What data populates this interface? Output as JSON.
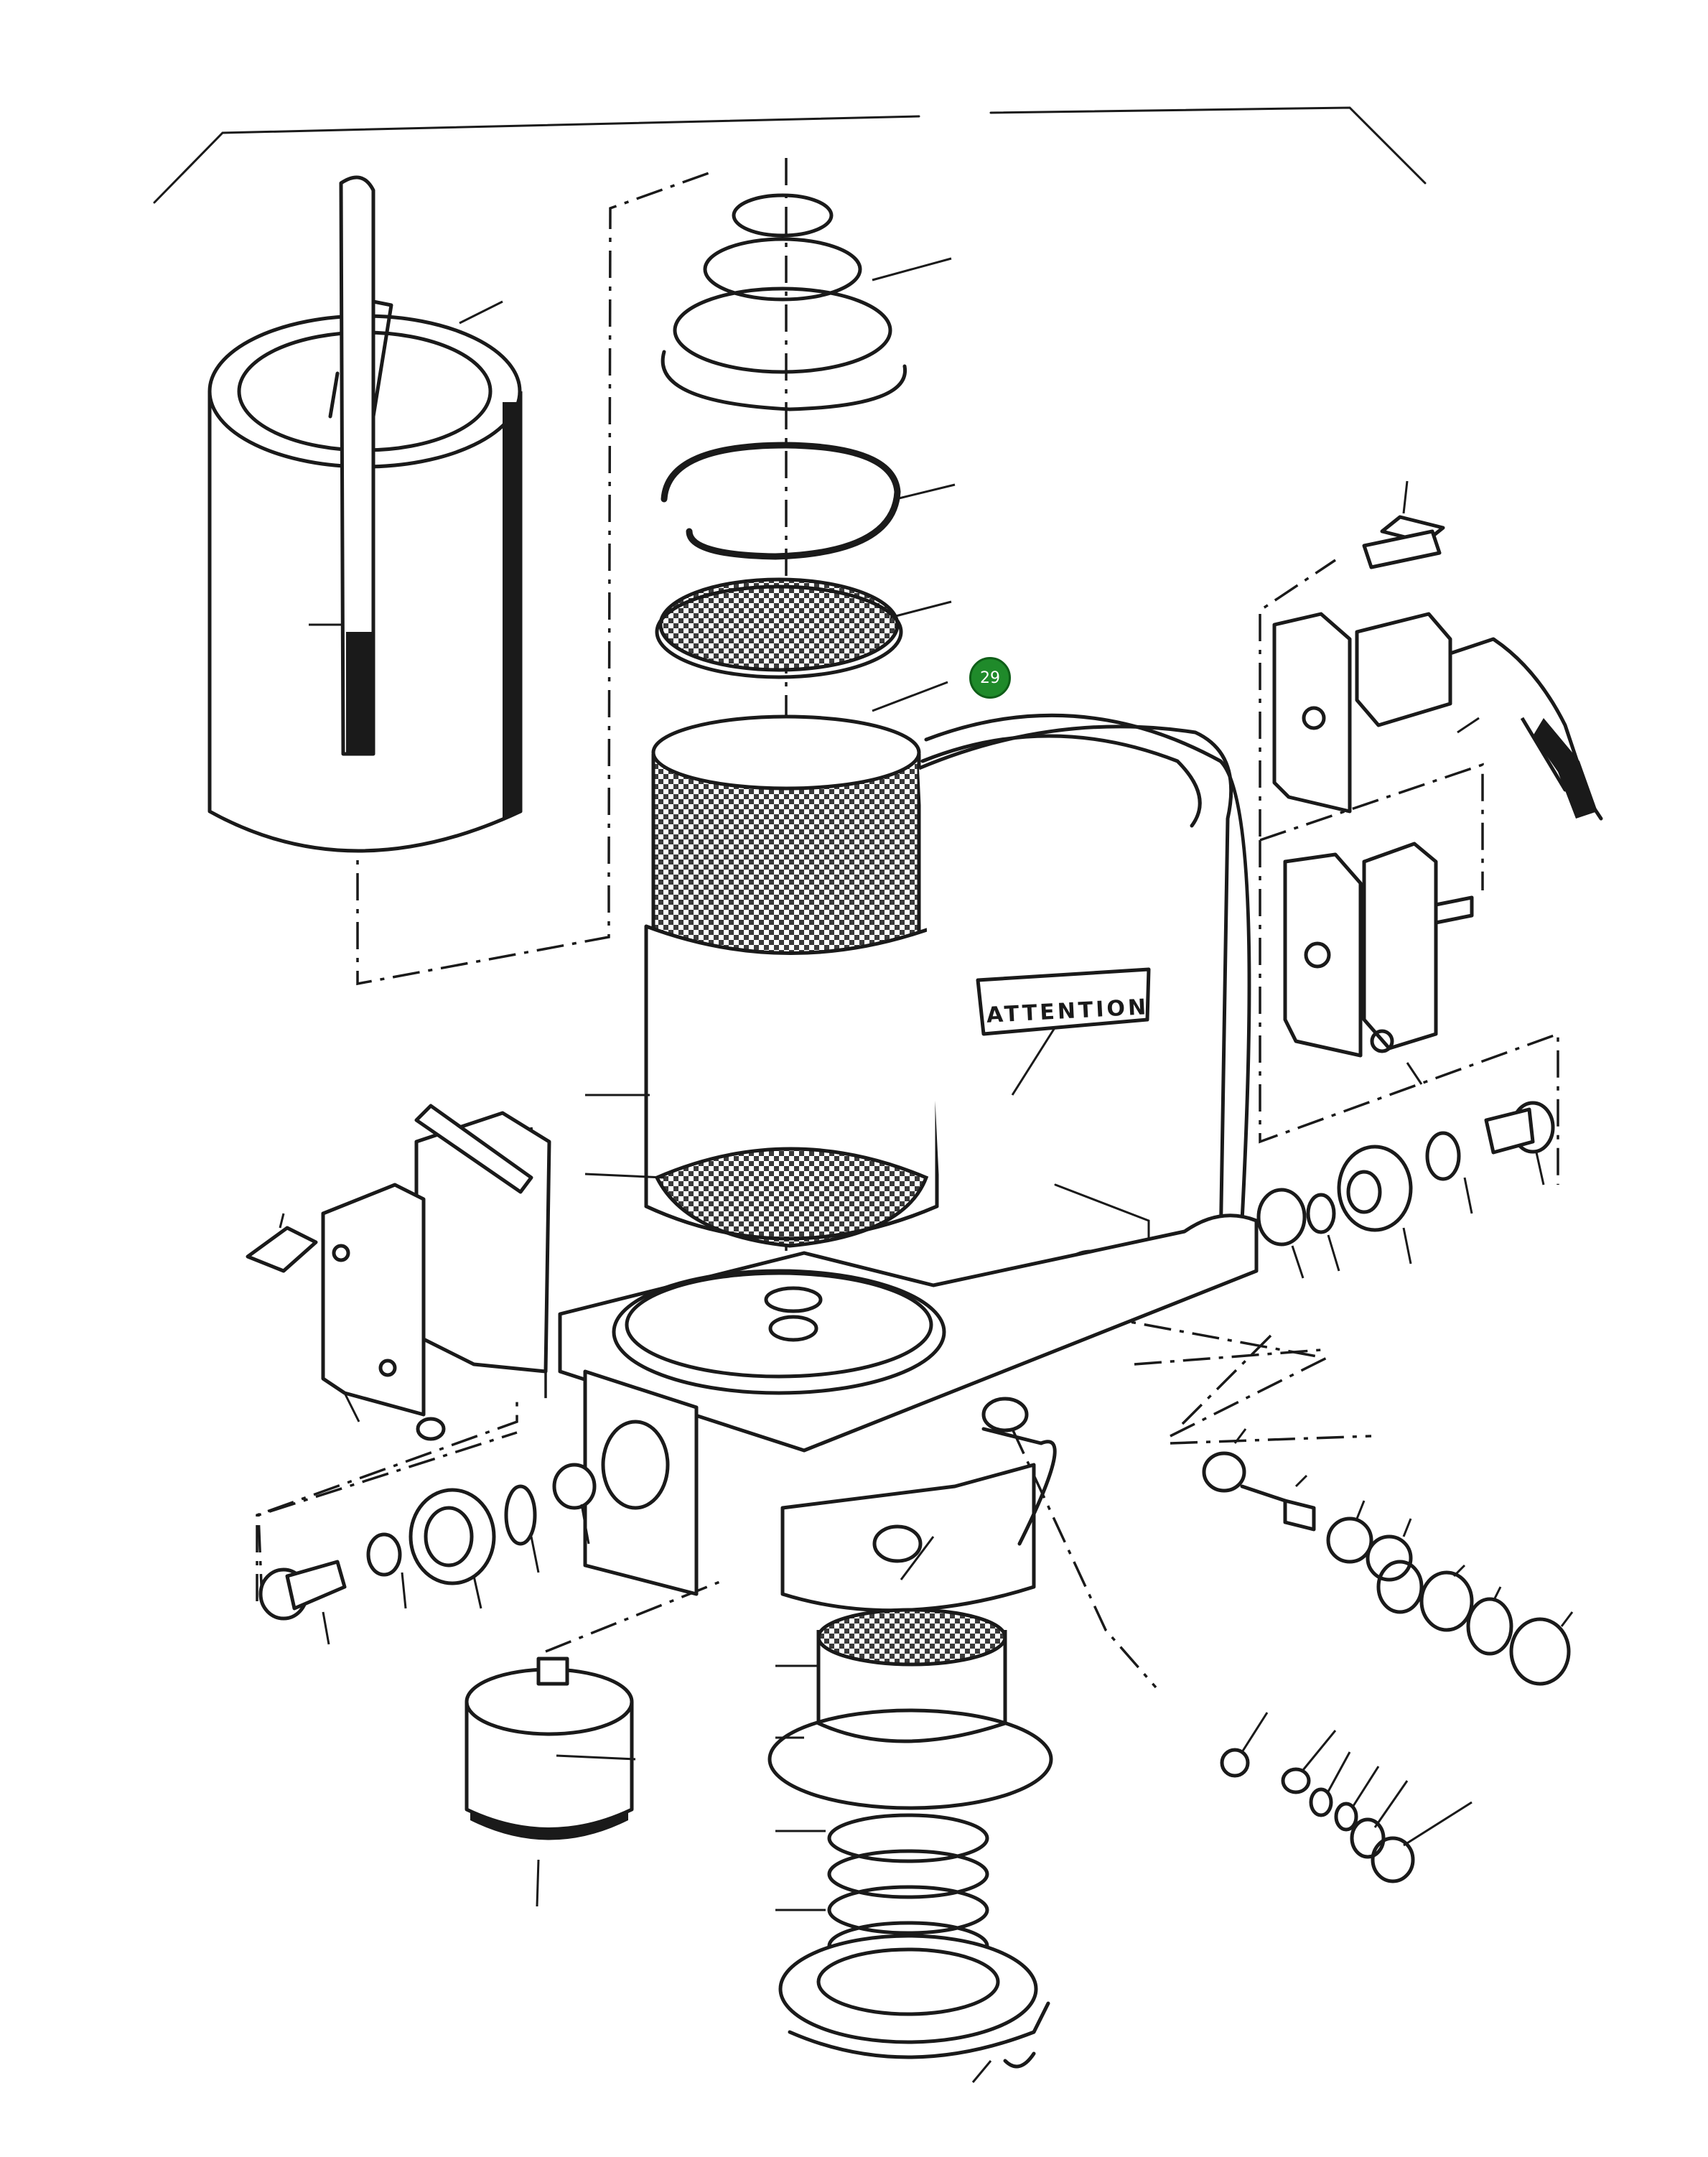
{
  "diagram": {
    "plate_label": "ATTENTION",
    "callouts": [
      {
        "id": "callout-29",
        "label": "29",
        "color": "#1f8a2a"
      }
    ]
  }
}
